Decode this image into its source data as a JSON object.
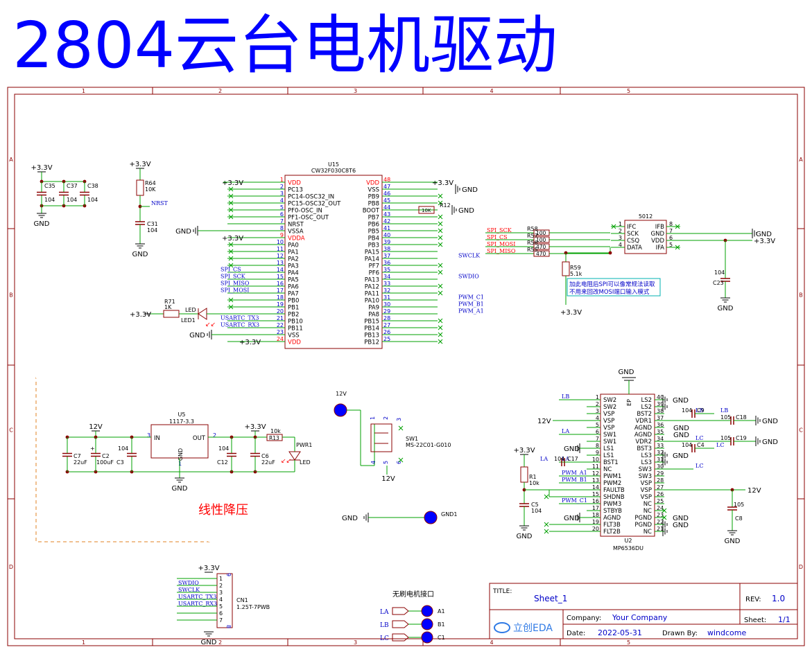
{
  "page_title": "2804云台电机驱动",
  "colors": {
    "wire": "#00a000",
    "part": "#8b0000",
    "label": "#0000c8",
    "power": "#000000",
    "red": "#ff0000"
  },
  "frame": {
    "cols": [
      "1",
      "2",
      "3",
      "4",
      "5"
    ],
    "rows": [
      "A",
      "B",
      "C",
      "D"
    ]
  },
  "nets": {
    "v33": "+3.3V",
    "gnd": "GND",
    "v12": "12V"
  },
  "mcu": {
    "ref": "U15",
    "part": "CW32F030C8T6",
    "left": [
      [
        "VDD",
        "1"
      ],
      [
        "PC13",
        "2"
      ],
      [
        "PC14-OSC32_IN",
        "3"
      ],
      [
        "PC15-OSC32_OUT",
        "4"
      ],
      [
        "PF0-OSC_IN",
        "5"
      ],
      [
        "PF1-OSC_OUT",
        "6"
      ],
      [
        "NRST",
        "7"
      ],
      [
        "VSSA",
        "8"
      ],
      [
        "VDDA",
        "9"
      ],
      [
        "PA0",
        "10"
      ],
      [
        "PA1",
        "11"
      ],
      [
        "PA2",
        "12"
      ],
      [
        "PA3",
        "13"
      ],
      [
        "PA4",
        "14"
      ],
      [
        "PA5",
        "15"
      ],
      [
        "PA6",
        "16"
      ],
      [
        "PA7",
        "17"
      ],
      [
        "PB0",
        "18"
      ],
      [
        "PB1",
        "19"
      ],
      [
        "PB2",
        "20"
      ],
      [
        "PB10",
        "21"
      ],
      [
        "PB11",
        "22"
      ],
      [
        "VSS",
        "23"
      ],
      [
        "VDD",
        "24"
      ]
    ],
    "right": [
      [
        "VDD",
        "48"
      ],
      [
        "VSS",
        "47"
      ],
      [
        "PB9",
        "46"
      ],
      [
        "PB8",
        "45"
      ],
      [
        "BOOT",
        "44"
      ],
      [
        "PB7",
        "43"
      ],
      [
        "PB6",
        "42"
      ],
      [
        "PB5",
        "41"
      ],
      [
        "PB4",
        "40"
      ],
      [
        "PB3",
        "39"
      ],
      [
        "PA15",
        "38"
      ],
      [
        "PA14",
        "37"
      ],
      [
        "PF7",
        "36"
      ],
      [
        "PF6",
        "35"
      ],
      [
        "PA13",
        "34"
      ],
      [
        "PA12",
        "33"
      ],
      [
        "PA11",
        "32"
      ],
      [
        "PA10",
        "31"
      ],
      [
        "PA9",
        "30"
      ],
      [
        "PA8",
        "29"
      ],
      [
        "PB15",
        "28"
      ],
      [
        "PB14",
        "27"
      ],
      [
        "PB13",
        "26"
      ],
      [
        "PB12",
        "25"
      ]
    ],
    "left_nets": {
      "6": "NRST",
      "13": "SPI_CS",
      "14": "SPI_SCK",
      "15": "SPI_MISO",
      "16": "SPI_MOSI",
      "20": "USARTC_TX3",
      "21": "USARTC_RX3"
    },
    "right_nets": {
      "11": "SWCLK",
      "14": "SWDIO",
      "17": "PWM_C1",
      "18": "PWM_B1",
      "19": "PWM_A1"
    }
  },
  "caps_top": [
    {
      "ref": "C35",
      "val": "104"
    },
    {
      "ref": "C37",
      "val": "104"
    },
    {
      "ref": "C38",
      "val": "104"
    }
  ],
  "r64": {
    "ref": "R64",
    "val": "10K"
  },
  "c31": {
    "ref": "C31",
    "val": "104"
  },
  "r71": {
    "ref": "R71",
    "val": "1K"
  },
  "led1": {
    "ref": "LED1",
    "val": "LED"
  },
  "r12": {
    "ref": "R12",
    "val": "10K"
  },
  "encoder": {
    "ref": "5012",
    "left": [
      [
        "IFC",
        "1"
      ],
      [
        "SCK",
        "2"
      ],
      [
        "CSQ",
        "3"
      ],
      [
        "DATA",
        "4"
      ]
    ],
    "right": [
      [
        "IFB",
        "8"
      ],
      [
        "GND",
        "7"
      ],
      [
        "VDD",
        "6"
      ],
      [
        "IFA",
        "5"
      ]
    ],
    "res": [
      {
        "ref": "R58",
        "val": "100",
        "net": "SPI_SCK"
      },
      {
        "ref": "R57",
        "val": "100",
        "net": "SPI_CS"
      },
      {
        "ref": "R56",
        "val": "470",
        "net": "SPI_MOSI"
      },
      {
        "ref": "R55",
        "val": "470",
        "net": "SPI_MISO"
      }
    ],
    "r59": {
      "ref": "R59",
      "val": "5.1k"
    },
    "note": [
      "加此电阻后SPI可以像常规法读取",
      "不用来回改MOSI端口输入模式"
    ],
    "c23": {
      "ref": "C23",
      "val": "104"
    }
  },
  "ldo": {
    "ref": "U5",
    "part": "1117-3.3",
    "in": "IN",
    "out": "OUT",
    "gnd": "GND",
    "parts": [
      {
        "ref": "C7",
        "val": "22uF"
      },
      {
        "ref": "C2",
        "val": "100uF"
      },
      {
        "ref": "C3",
        "val": "104"
      },
      {
        "ref": "C12",
        "val": "104"
      },
      {
        "ref": "C6",
        "val": "22uF"
      },
      {
        "ref": "R13",
        "val": "10k"
      },
      {
        "ref": "PWR1",
        "val": "LED"
      }
    ],
    "caption": "线性降压"
  },
  "sw1": {
    "ref": "SW1",
    "part": "MS-22C01-G010"
  },
  "gnd1": {
    "ref": "GND1"
  },
  "cn1": {
    "ref": "CN1",
    "part": "1.25T-7PWB",
    "nets": [
      "SWDIO",
      "SWCLK",
      "USARTC_TX3",
      "USARTC_RX3"
    ]
  },
  "motor": {
    "caption": "无刷电机接口",
    "ports": [
      [
        "LA",
        "A1"
      ],
      [
        "LB",
        "B1"
      ],
      [
        "LC",
        "C1"
      ]
    ]
  },
  "driver": {
    "ref": "U2",
    "part": "MP6536DU",
    "ep": "EP",
    "left": [
      [
        "SW2",
        "1"
      ],
      [
        "SW2",
        "2"
      ],
      [
        "VSP",
        "3"
      ],
      [
        "VSP",
        "4"
      ],
      [
        "VSP",
        "5"
      ],
      [
        "SW1",
        "6"
      ],
      [
        "SW1",
        "7"
      ],
      [
        "LS1",
        "8"
      ],
      [
        "LS1",
        "9"
      ],
      [
        "BST1",
        "10"
      ],
      [
        "NC",
        "11"
      ],
      [
        "PWM1",
        "12"
      ],
      [
        "PWM2",
        "13"
      ],
      [
        "FAULTB",
        "14"
      ],
      [
        "SHDNB",
        "15"
      ],
      [
        "PWM3",
        "16"
      ],
      [
        "STBYB",
        "17"
      ],
      [
        "AGND",
        "18"
      ],
      [
        "FLT3B",
        "19"
      ],
      [
        "FLT2B",
        "20"
      ]
    ],
    "right": [
      [
        "LS2",
        "40"
      ],
      [
        "LS2",
        "39"
      ],
      [
        "BST2",
        "38"
      ],
      [
        "VDR1",
        "37"
      ],
      [
        "AGND",
        "36"
      ],
      [
        "AGND",
        "35"
      ],
      [
        "VDR2",
        "34"
      ],
      [
        "BST3",
        "33"
      ],
      [
        "LS3",
        "32"
      ],
      [
        "LS3",
        "31"
      ],
      [
        "SW3",
        "30"
      ],
      [
        "SW3",
        "29"
      ],
      [
        "VSP",
        "28"
      ],
      [
        "VSP",
        "27"
      ],
      [
        "VSP",
        "26"
      ],
      [
        "NC",
        "25"
      ],
      [
        "NC",
        "24"
      ],
      [
        "PGND",
        "23"
      ],
      [
        "PGND",
        "22"
      ],
      [
        "NC",
        "21"
      ]
    ],
    "left_nets": {
      "0": "LB",
      "5": "LA",
      "9": "LA",
      "11": "PWM_A1",
      "12": "PWM_B1",
      "15": "PWM_C1"
    },
    "right_nets": {
      "2": "LB",
      "6": "LC",
      "10": "LC"
    },
    "parts": [
      {
        "ref": "C9",
        "val": "104"
      },
      {
        "ref": "C18",
        "val": "105"
      },
      {
        "ref": "C19",
        "val": "105"
      },
      {
        "ref": "C4",
        "val": "104"
      },
      {
        "ref": "C17",
        "val": "104"
      },
      {
        "ref": "C8",
        "val": "105"
      },
      {
        "ref": "R1",
        "val": "10k"
      },
      {
        "ref": "C5",
        "val": "104"
      }
    ]
  },
  "title_block": {
    "title_label": "TITLE:",
    "title": "Sheet_1",
    "rev_label": "REV:",
    "rev": "1.0",
    "company_label": "Company:",
    "company": "Your Company",
    "sheet_label": "Sheet:",
    "sheet": "1/1",
    "date_label": "Date:",
    "date": "2022-05-31",
    "drawn_label": "Drawn By:",
    "drawn": "windcome",
    "logo": "立创EDA"
  }
}
